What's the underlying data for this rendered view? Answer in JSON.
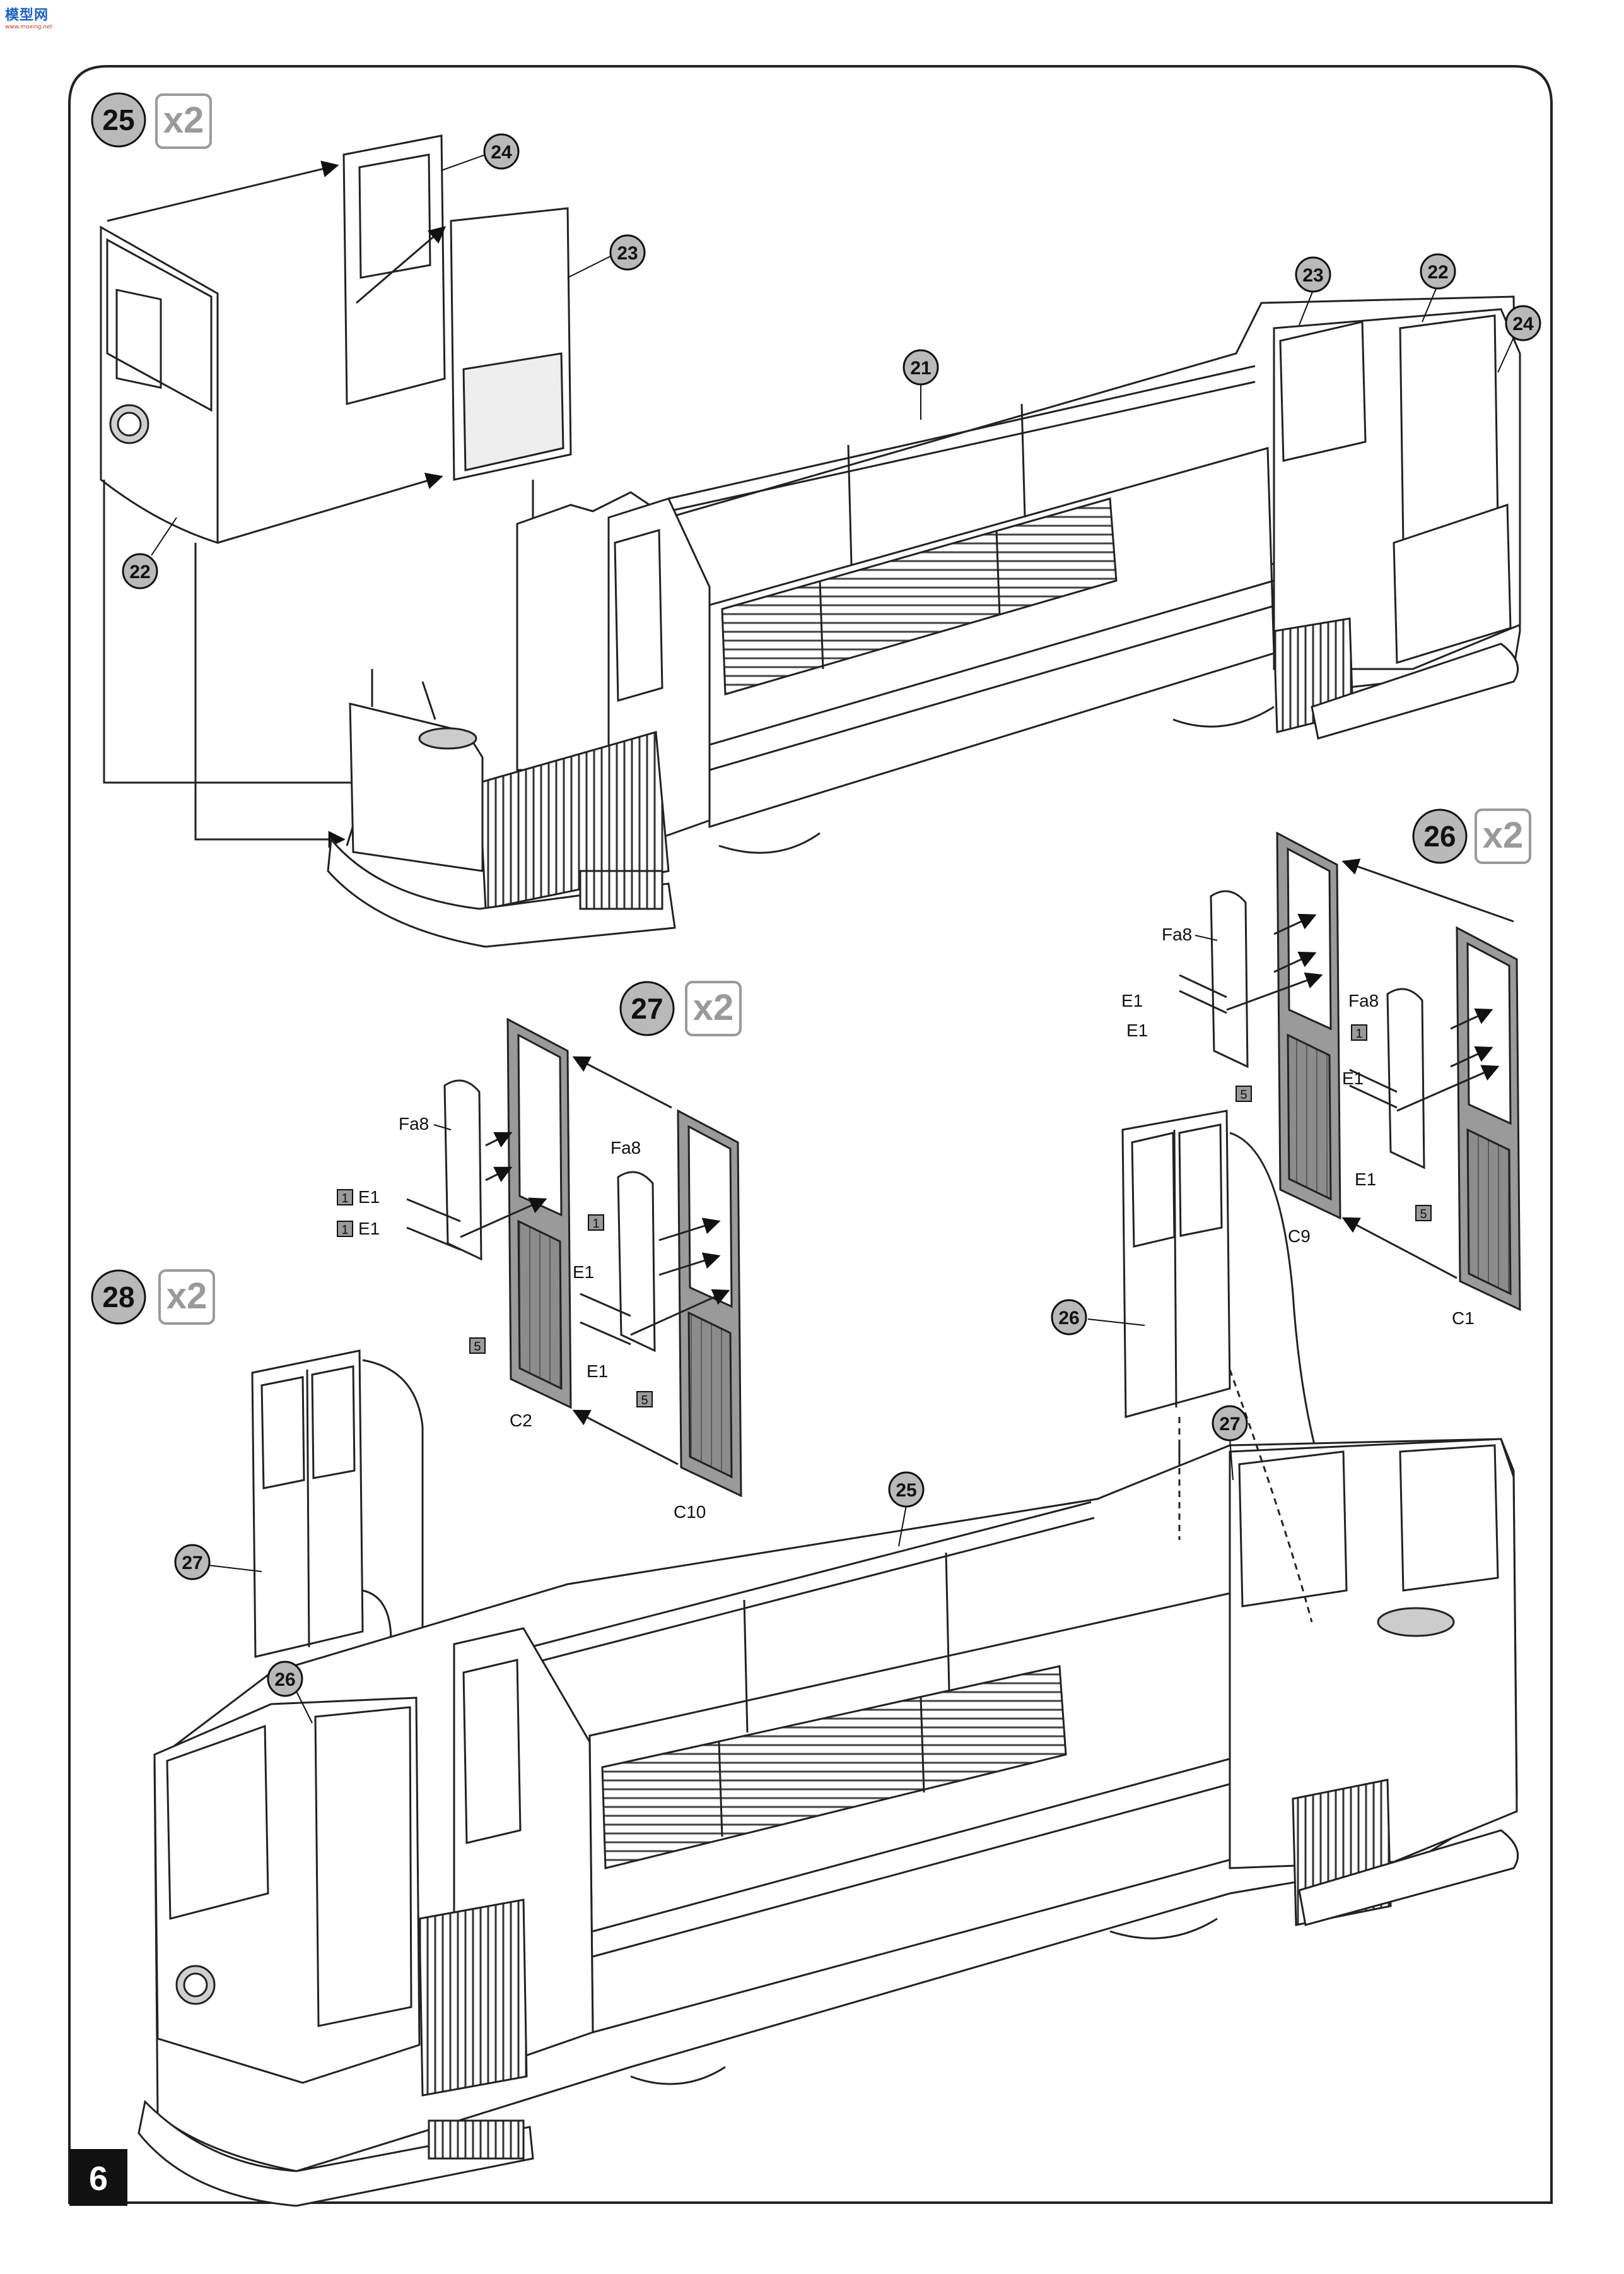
{
  "watermark": {
    "title": "模型网",
    "url": "www.moxing.net"
  },
  "page_number": "6",
  "steps": [
    {
      "number": "25",
      "qty": "x2"
    },
    {
      "number": "26",
      "qty": "x2"
    },
    {
      "number": "27",
      "qty": "x2"
    },
    {
      "number": "28",
      "qty": "x2"
    }
  ],
  "step25_callouts": [
    "24",
    "23",
    "22",
    "21",
    "23",
    "22",
    "24"
  ],
  "step26_labels": {
    "fa8_a": "Fa8",
    "e1_a": "E1",
    "e1_b": "E1",
    "fa8_b": "Fa8",
    "e1_c": "E1",
    "e1_d": "E1",
    "c9": "C9",
    "c1": "C1",
    "paint1": "1",
    "paint5a": "5",
    "paint5b": "5",
    "callout26": "26"
  },
  "step27_labels": {
    "fa8_a": "Fa8",
    "e1_a": "E1",
    "e1_b": "E1",
    "fa8_b": "Fa8",
    "e1_c": "E1",
    "e1_d": "E1",
    "c2": "C2",
    "c10": "C10",
    "paint1a": "1",
    "paint1b": "1",
    "paint1c": "1",
    "paint5a": "5",
    "paint5b": "5"
  },
  "step28_callouts": {
    "c27a": "27",
    "c26": "26",
    "c25": "25",
    "c27b": "27"
  }
}
